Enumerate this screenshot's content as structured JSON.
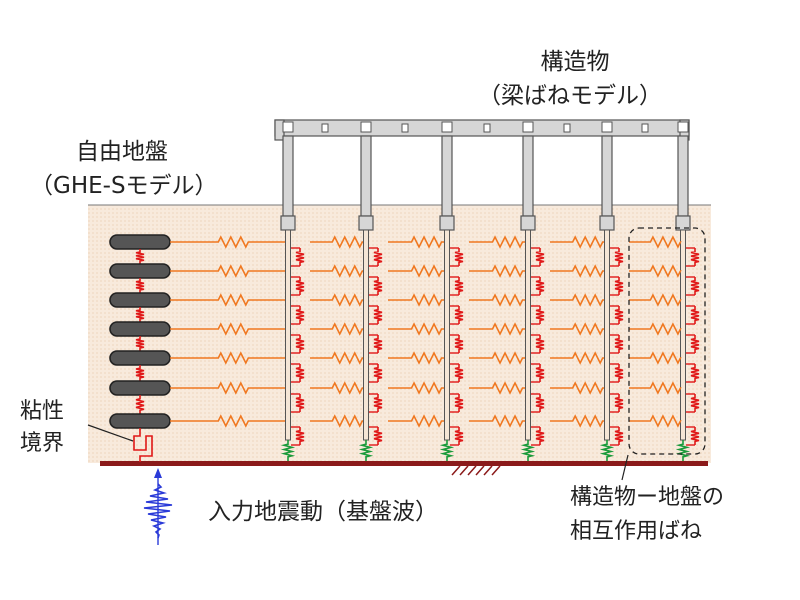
{
  "structure": {
    "title": "構造物",
    "subtitle": "（梁ばねモデル）"
  },
  "free_field": {
    "title": "自由地盤",
    "subtitle": "（GHE-Sモデル）"
  },
  "viscous_boundary": {
    "line1": "粘性",
    "line2": "境界"
  },
  "input_motion": {
    "label": "入力地震動（基盤波）"
  },
  "interaction_spring": {
    "line1": "構造物ー地盤の",
    "line2": "相互作用ばね"
  },
  "colors": {
    "soil": "#f7e8da",
    "base_line": "#8b1a1a",
    "orange_spring": "#f07820",
    "red_spring": "#e01818",
    "green_spring": "#1a9a3a",
    "structure": "#d8d8d8",
    "wave": "#2a3ad8"
  }
}
